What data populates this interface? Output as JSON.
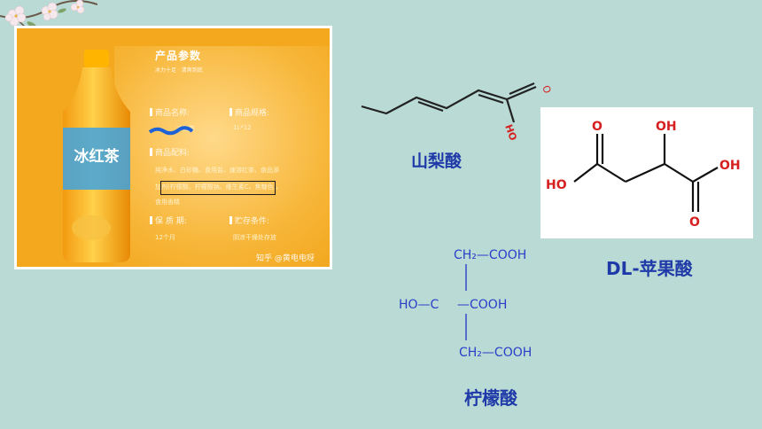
{
  "product_panel": {
    "title": "产品参数",
    "subtitle": "冰力十足 · 清爽到底",
    "name_label": "商品名称:",
    "name_value": "冰红茶",
    "spec_label": "商品规格:",
    "spec_value": "1L*12",
    "ingredients_label": "商品配料:",
    "ingredients_line1": "纯净水、白砂糖、食用盐、速溶红茶、食品添",
    "ingredients_line2": "加剂(柠檬酸、柠檬酸钠、维生素C、焦糖色)、",
    "ingredients_line3": "食用香精",
    "shelf_label": "保 质 期:",
    "shelf_value": "12个月",
    "storage_label": "贮存条件:",
    "storage_value": "阴凉干燥处存放",
    "watermark": "知乎 @黄电电呀",
    "bottle_label": "冰红茶"
  },
  "sorbic": {
    "caption": "山梨酸",
    "atom_o": "O",
    "atom_oh": "HO"
  },
  "malic": {
    "caption": "DL-苹果酸",
    "atoms": {
      "o_left": "O",
      "oh_top": "OH",
      "oh_right": "OH",
      "ho_left": "HO",
      "o_bottom": "O"
    }
  },
  "citric": {
    "caption": "柠檬酸",
    "top": "CH₂—COOH",
    "middle_left": "HO—C",
    "middle_right": "—COOH",
    "bottom": "CH₂—COOH"
  },
  "colors": {
    "background": "#b9dad5",
    "caption_blue": "#1f3aa8",
    "formula_blue": "#2a3fc8",
    "oxygen_red": "#d61f1f",
    "panel_orange": "#f4a81e"
  }
}
